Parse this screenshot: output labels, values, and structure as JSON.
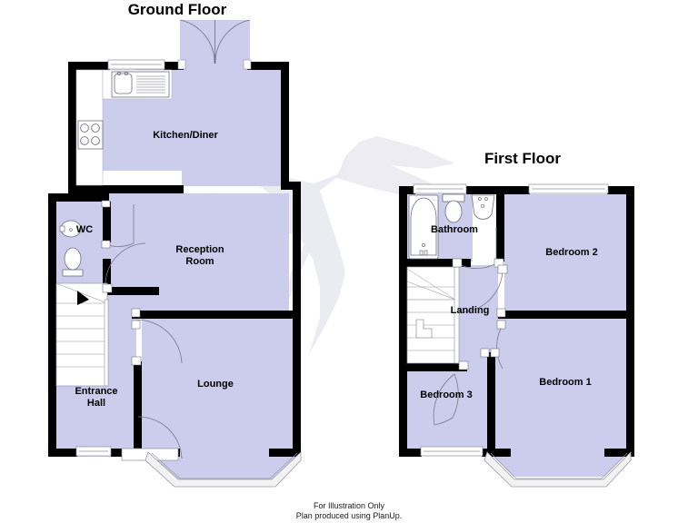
{
  "document": {
    "type": "floor-plan",
    "footer_line1": "For Illustration Only",
    "footer_line2": "Plan produced using PlanUp."
  },
  "colors": {
    "room_fill": "#ccccec",
    "wall": "#000000",
    "window": "#ffffff",
    "fixture_stroke": "#555566",
    "watermark": "#dcdce8",
    "text": "#000000"
  },
  "floors": [
    {
      "id": "ground-floor",
      "title": "Ground Floor",
      "rooms": [
        {
          "id": "kitchen-diner",
          "label": "Kitchen/Diner"
        },
        {
          "id": "wc",
          "label": "WC"
        },
        {
          "id": "reception-room",
          "label": "Reception\nRoom",
          "line1": "Reception",
          "line2": "Room"
        },
        {
          "id": "lounge",
          "label": "Lounge"
        },
        {
          "id": "entrance-hall",
          "label": "Entrance\nHall",
          "line1": "Entrance",
          "line2": "Hall"
        }
      ],
      "fixtures": [
        "sink-with-drainer",
        "hob",
        "wc-basin",
        "toilet",
        "staircase",
        "french-doors",
        "bay-window",
        "entrance-door"
      ]
    },
    {
      "id": "first-floor",
      "title": "First Floor",
      "rooms": [
        {
          "id": "bathroom",
          "label": "Bathroom"
        },
        {
          "id": "bedroom-2",
          "label": "Bedroom 2"
        },
        {
          "id": "landing",
          "label": "Landing"
        },
        {
          "id": "bedroom-1",
          "label": "Bedroom 1"
        },
        {
          "id": "bedroom-3",
          "label": "Bedroom 3"
        }
      ],
      "fixtures": [
        "bath",
        "toilet",
        "wash-basin",
        "staircase",
        "bay-window",
        "windows"
      ]
    }
  ]
}
